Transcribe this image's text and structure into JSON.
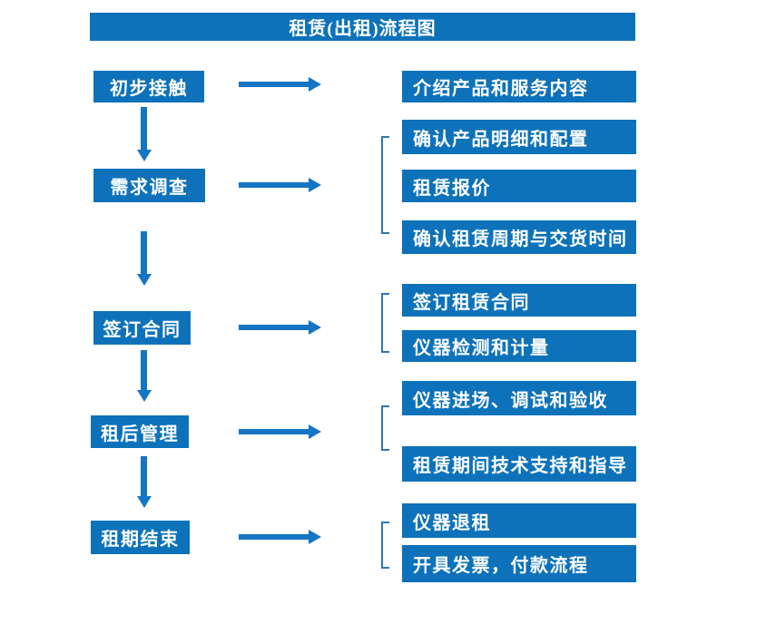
{
  "title": "租赁(出租)流程图",
  "colors": {
    "box_blue": "#0D72BA",
    "arrow_blue": "#1575C4",
    "bracket_blue": "#2E75B6",
    "text_color": "#FFFFFF"
  },
  "flow": [
    {
      "step": "初步接触",
      "outputs": [
        "介绍产品和服务内容"
      ]
    },
    {
      "step": "需求调查",
      "outputs": [
        "确认产品明细和配置",
        "租赁报价",
        "确认租赁周期与交货时间"
      ]
    },
    {
      "step": "签订合同",
      "outputs": [
        "签订租赁合同",
        "仪器检测和计量"
      ]
    },
    {
      "step": "租后管理",
      "outputs": [
        "仪器进场、调试和验收",
        "租赁期间技术支持和指导"
      ]
    },
    {
      "step": "租期结束",
      "outputs": [
        "仪器退租",
        "开具发票，付款流程"
      ]
    }
  ]
}
